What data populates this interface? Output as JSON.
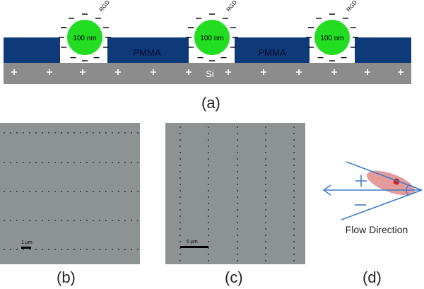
{
  "panel_a": {
    "caption": "(a)",
    "substrate_label": "Si",
    "layer_label": "PMMA",
    "particle_label": "100 nm",
    "functionalization_label": "RGD",
    "colors": {
      "pmma": "#0e3a7a",
      "substrate": "#8c8c8c",
      "particle": "#22dd22"
    }
  },
  "panel_b": {
    "caption": "(b)",
    "scale_label": "1 µm"
  },
  "panel_c": {
    "caption": "(c)",
    "scale_label": "5 µm"
  },
  "panel_d": {
    "caption": "(d)",
    "label": "Flow Direction",
    "colors": {
      "arrow": "#3d7cc9",
      "cell": "#e08a8a",
      "nucleus": "#cc2222"
    }
  }
}
